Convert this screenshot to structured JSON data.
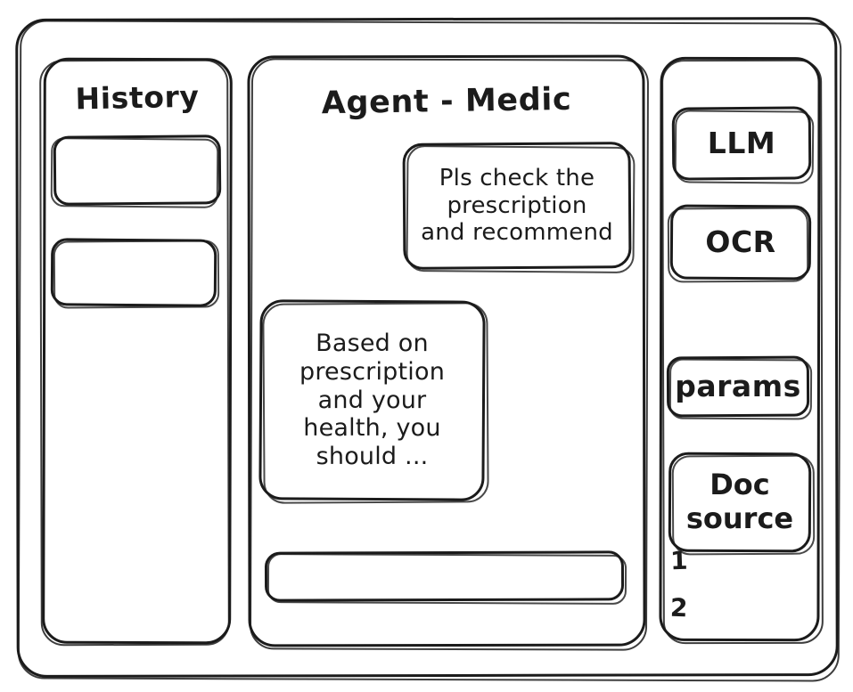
{
  "app": {
    "style": "hand-drawn-wireframe",
    "stroke_color": "#1b1b1b",
    "background_color": "#ffffff"
  },
  "history": {
    "title": "History",
    "items": [
      {
        "label": ""
      },
      {
        "label": ""
      }
    ]
  },
  "chat": {
    "title": "Agent - Medic",
    "messages": [
      {
        "role": "user",
        "text": "Pls check the\nprescription\nand recommend"
      },
      {
        "role": "assistant",
        "text": "Based on\nprescription\nand your\nhealth, you\nshould ..."
      }
    ],
    "composer": {
      "value": "",
      "placeholder": ""
    }
  },
  "tools": {
    "models": [
      {
        "label": "LLM"
      },
      {
        "label": "OCR"
      }
    ],
    "params": {
      "label": "params"
    },
    "doc_source": {
      "label": "Doc\nsource",
      "entries": [
        {
          "label": "1"
        },
        {
          "label": "2"
        }
      ]
    }
  }
}
